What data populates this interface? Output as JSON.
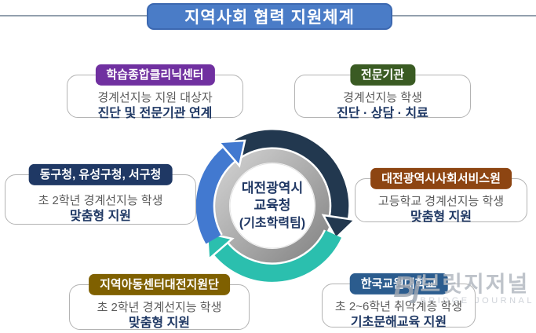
{
  "title": "지역사회 협력 지원체계",
  "center": {
    "line1": "대전광역시",
    "line2": "교육청",
    "line3": "(기초학력팀)"
  },
  "nodes": [
    {
      "header": "학습종합클리닉센터",
      "line1": "경계선지능 지원 대상자",
      "line2": "진단 및 전문기관 연계",
      "color": "#7030a0"
    },
    {
      "header": "전문기관",
      "line1": "경계선지능 학생",
      "line2": "진단 · 상담 · 치료",
      "color": "#3a5b23"
    },
    {
      "header": "동구청, 유성구청, 서구청",
      "line1": "초 2학년 경계선지능 학생",
      "line2": "맞춤형 지원",
      "color": "#1f3864"
    },
    {
      "header": "대전광역시사회서비스원",
      "line1": "고등학교 경계선지능 학생",
      "line2": "맞춤형 지원",
      "color": "#8d4512"
    },
    {
      "header": "지역아동센터대전지원단",
      "line1": "초 2학년 경계선지능 학생",
      "line2": "맞춤형 지원",
      "color": "#7f6000"
    },
    {
      "header": "한국교원대학교",
      "line1": "초 2~6학년 취약계층 학생",
      "line2": "기초문해교육 지원",
      "color": "#2b5c8e"
    }
  ],
  "diagram": {
    "arrow_navy": "#22384f",
    "arrow_teal": "#2bbfae",
    "arrow_blue": "#4279d0",
    "ring_gray": "#9b9b9b",
    "center_text_color": "#203864"
  },
  "watermark": {
    "monogram": "Bj",
    "name": "브릿지저널",
    "subtitle": "BRIDGE JOURNAL"
  },
  "colors": {
    "title_bg": "#4a7cc7",
    "text_navy": "#1f3864",
    "text_gray": "#5a5a5a",
    "rule_line": "#93a0ad"
  }
}
